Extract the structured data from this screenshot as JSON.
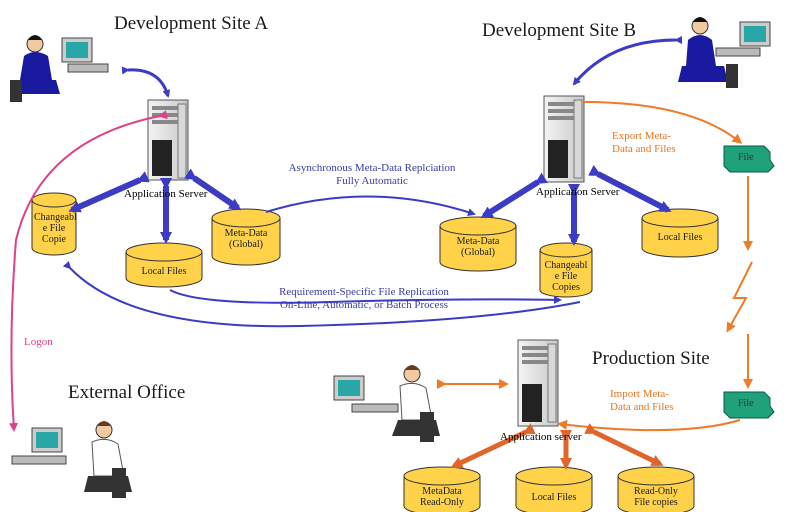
{
  "sites": {
    "site_a": "Development Site A",
    "site_b": "Development Site B",
    "production": "Production Site",
    "external": "External Office"
  },
  "servers": {
    "a": "Application Server",
    "b": "Application Server",
    "prod": "Application server"
  },
  "storage": {
    "a_changeable": [
      "Changeabl",
      "e File",
      "Copie"
    ],
    "a_local": "Local Files",
    "a_meta": [
      "Meta-Data",
      "(Global)"
    ],
    "b_meta": [
      "Meta-Data",
      "(Global)"
    ],
    "b_changeable": [
      "Changeabl",
      "e File",
      "Copies"
    ],
    "b_local": "Local Files",
    "prod_meta": [
      "MetaData",
      "Read-Only"
    ],
    "prod_local": "Local Files",
    "prod_readonly": [
      "Read-Only",
      "File copies"
    ]
  },
  "flows": {
    "async_line1": "Asynchronous Meta-Data Replciation",
    "async_line2": "Fully Automatic",
    "req_line1": "Requirement-Specific File Replication",
    "req_line2": "On-Line, Automatic, or Batch Process",
    "export_line1": "Export Meta-",
    "export_line2": "Data and Files",
    "import_line1": "Import Meta-",
    "import_line2": "Data and Files",
    "logon": "Logon",
    "file_label": "File"
  },
  "colors": {
    "blue_arrow": "#3b3bc4",
    "orange_arrow": "#f07a26",
    "pink_arrow": "#e0408a",
    "cylinder_fill": "#ffd24a",
    "file_fill": "#1fa27a"
  }
}
